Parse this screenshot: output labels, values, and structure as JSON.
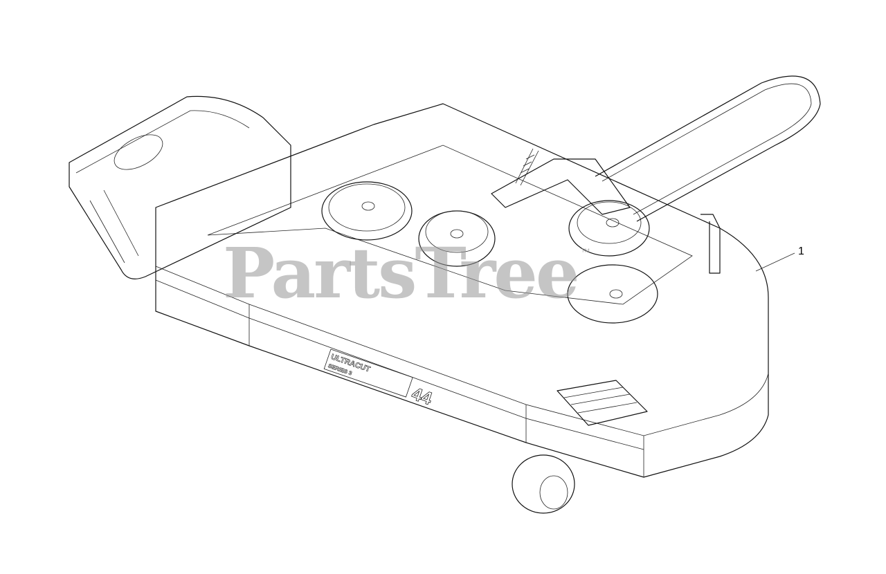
{
  "diagram": {
    "callouts": [
      {
        "label": "1",
        "part": "mower-deck-assembly"
      }
    ],
    "deck_badge": {
      "brand": "ULTRACUT",
      "series": "SERIES 3",
      "size": "44"
    },
    "watermark": {
      "text": "PartsTree",
      "trademark": "™"
    },
    "colors": {
      "line": "#111111",
      "background": "#ffffff",
      "watermark": "#969696"
    }
  }
}
